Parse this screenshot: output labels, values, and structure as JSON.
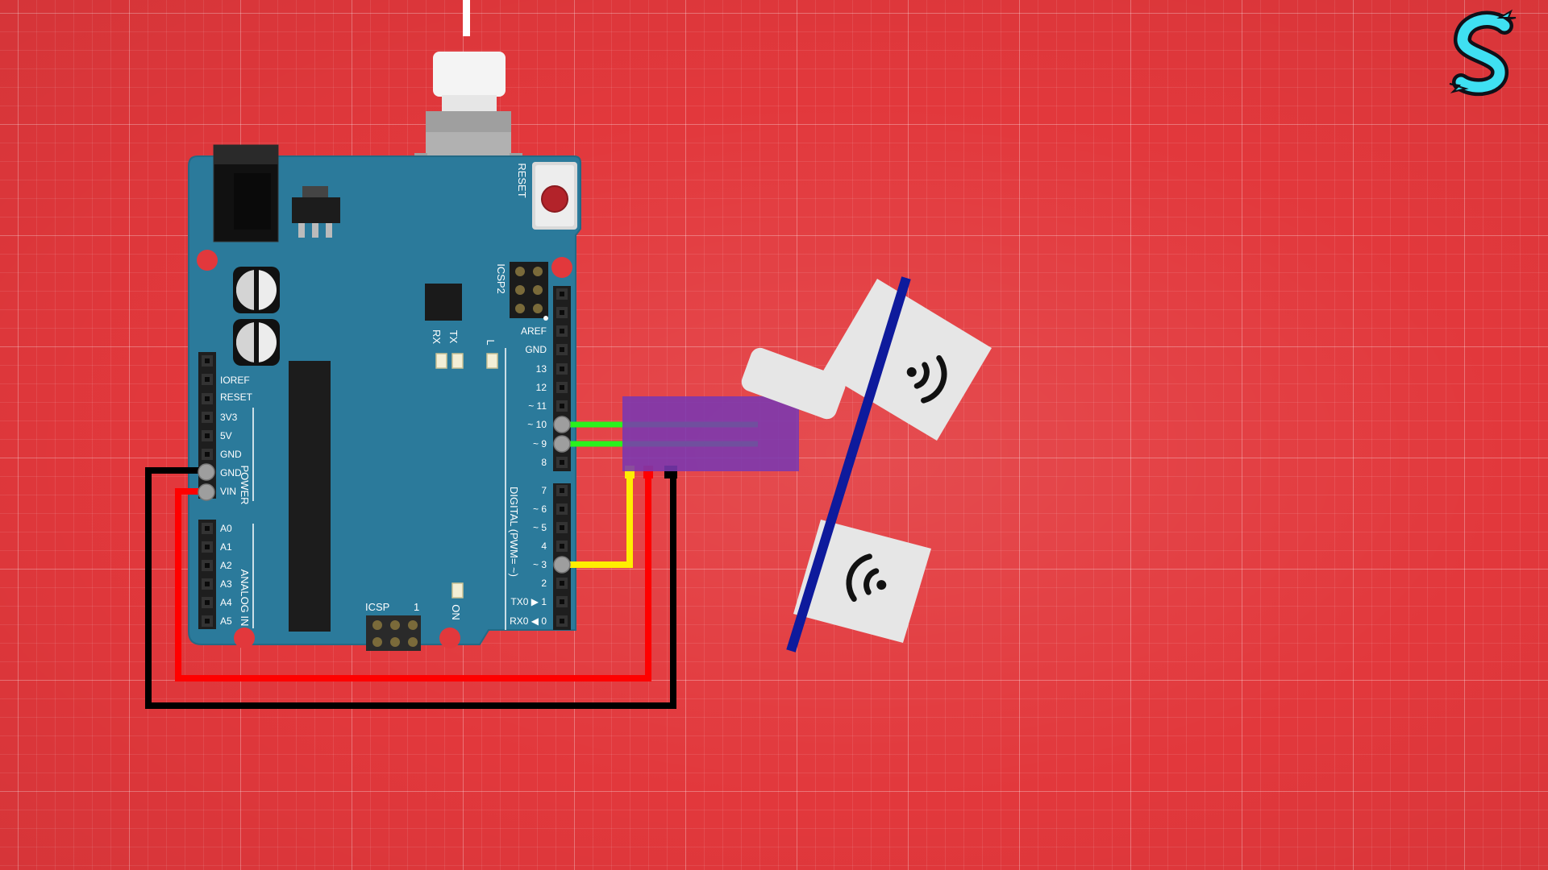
{
  "board": {
    "reset_label": "RESET",
    "icsp2_label": "ICSP2",
    "icsp_label": "ICSP",
    "icsp_pin1_label": "1",
    "led_labels": [
      "RX",
      "TX",
      "L"
    ],
    "on_label": "ON",
    "digital_label": "DIGITAL (PWM= ~)",
    "power_label": "POWER",
    "analog_label": "ANALOG IN",
    "power_pins": [
      "IOREF",
      "RESET",
      "3V3",
      "5V",
      "GND",
      "GND",
      "VIN"
    ],
    "analog_pins": [
      "A0",
      "A1",
      "A2",
      "A3",
      "A4",
      "A5"
    ],
    "digital_pins_top": [
      "AREF",
      "GND",
      "13",
      "12",
      "~ 11",
      "~ 10",
      "~ 9",
      "8"
    ],
    "digital_pins_bottom": [
      "7",
      "~ 6",
      "~ 5",
      "4",
      "~ 3",
      "2",
      "TX0 ▶ 1",
      "RX0 ◀ 0"
    ],
    "colors": {
      "pcb": "#2b7a9b",
      "reset_button": "#b3232a"
    }
  },
  "wires": {
    "colors": {
      "black": "#000000",
      "red": "#ff0000",
      "yellow": "#ffee00",
      "green": "#29f21c",
      "connector": "#7a38b0"
    }
  },
  "sensor": {
    "type": "ultrasonic-transceiver",
    "colors": {
      "bar": "#0e1a9c",
      "body": "#e6e6e6",
      "icon": "#111111"
    }
  },
  "logo": {
    "letter": "S",
    "colors": {
      "fill": "#3fe0f2",
      "outline": "#101018"
    }
  }
}
